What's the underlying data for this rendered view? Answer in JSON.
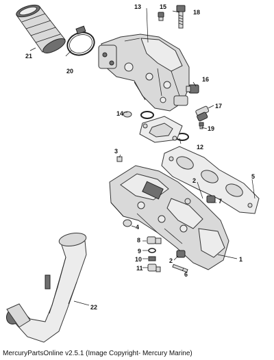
{
  "callouts": {
    "c1": "1",
    "c2a": "2",
    "c2b": "2",
    "c3": "3",
    "c4": "4",
    "c5": "5",
    "c6": "6",
    "c7": "7",
    "c8": "8",
    "c9": "9",
    "c10": "10",
    "c11": "11",
    "c12": "12",
    "c13": "13",
    "c14": "14",
    "c15": "15",
    "c16": "16",
    "c17": "17",
    "c18": "18",
    "c19": "19",
    "c20": "20",
    "c21": "21",
    "c22": "22"
  },
  "footer": {
    "text": "MercuryPartsOnline v2.5.1 (Image Copyright- Mercury Marine)"
  }
}
